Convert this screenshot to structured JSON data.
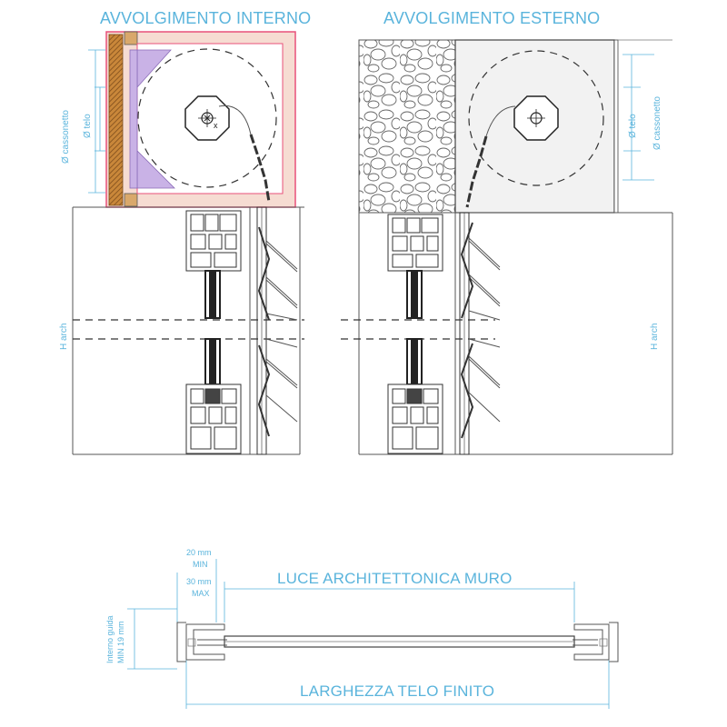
{
  "titles": {
    "left": "AVVOLGIMENTO INTERNO",
    "right": "AVVOLGIMENTO ESTERNO"
  },
  "labels": {
    "box_diameter": "Ø cassonetto",
    "cloth_diameter": "Ø telo",
    "h_arch": "H arch",
    "min_value": "20 mm",
    "min_word": "MIN",
    "max_value": "30 mm",
    "max_word": "MAX",
    "wall_opening": "LUCE ARCHITETTONICA MURO",
    "finished_width": "LARGHEZZA TELO FINITO",
    "guide_inner": "Interno guida",
    "guide_min": "MIN 19 mm"
  },
  "colors": {
    "accent": "#5ab4dc",
    "box_outline": "#e8507a",
    "box_fill": "#f6dcd2",
    "insulation": "#c9b2e6",
    "wall_stone": "#8a8a8a"
  }
}
